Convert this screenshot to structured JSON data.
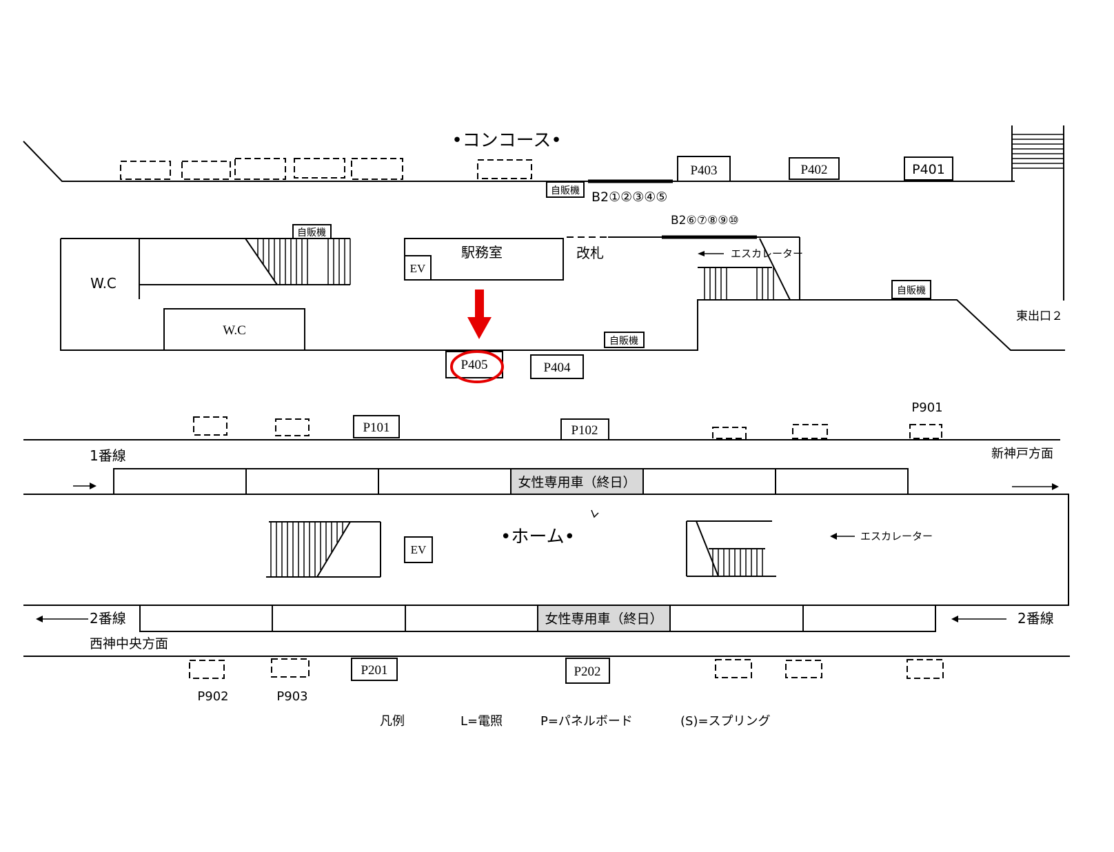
{
  "labels": {
    "concourse": "•コンコース•",
    "home": "•ホーム•",
    "wc": "W.C",
    "station_office": "駅務室",
    "ev": "EV",
    "gate": "改札",
    "escalator": "エスカレーター",
    "vending": "自販機",
    "b2_group1": "B2①②③④⑤",
    "b2_group2": "B2⑥⑦⑧⑨⑩",
    "east_exit": "東出口２",
    "track1": "1番線",
    "track2": "2番線",
    "shinkobe": "新神戸方面",
    "nishishin": "西神中央方面",
    "women_only": "女性専用車（終日）"
  },
  "panels": {
    "p401": "P401",
    "p402": "P402",
    "p403": "P403",
    "p404": "P404",
    "p405": "P405",
    "p101": "P101",
    "p102": "P102",
    "p201": "P201",
    "p202": "P202",
    "p901": "P901",
    "p902": "P902",
    "p903": "P903"
  },
  "legend": {
    "title": "凡例",
    "light": "L=電照",
    "panel": "P=パネルボード",
    "spring": "(S)=スプリング"
  },
  "highlight": {
    "target": "P405",
    "color": "#e60000"
  }
}
